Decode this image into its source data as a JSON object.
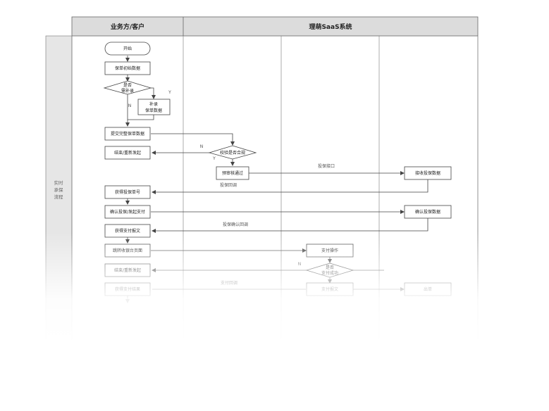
{
  "headers": {
    "left": "业务方/客户",
    "right": "理萌SaaS系统"
  },
  "lane_label": [
    "实时",
    "承保",
    "流程"
  ],
  "nodes": {
    "start": "开始",
    "init_data": "保单初始数据",
    "need_supplement": [
      "是否",
      "需补录"
    ],
    "supplement": [
      "补录",
      "保单数据"
    ],
    "submit": "提交完整保单数据",
    "end_restart_1": "结束/重新发起",
    "check_compliance": "校验是否合规",
    "pre_review": "预审核通过",
    "receive_data": "接收投保数据",
    "get_policy_no": "获得投保单号",
    "confirm_pay": "确认投保/发起支付",
    "confirm_data": "确认投保数据",
    "get_pay_msg": "获得支付报文",
    "jump_pay_page": "跳转收银台页面",
    "pay_op": "支付操作",
    "end_restart_2": "结束/重新发起",
    "pay_success": [
      "是否",
      "支付成功"
    ],
    "get_pay_result": "获得支付结果",
    "pay_msg_2": "支付报文",
    "notify": "出单"
  },
  "edges": {
    "yes": "Y",
    "no": "N",
    "api": "投保接口",
    "callback": "投保回调",
    "confirm_callback": "投保确认回调",
    "pay_result": "支付回调"
  }
}
